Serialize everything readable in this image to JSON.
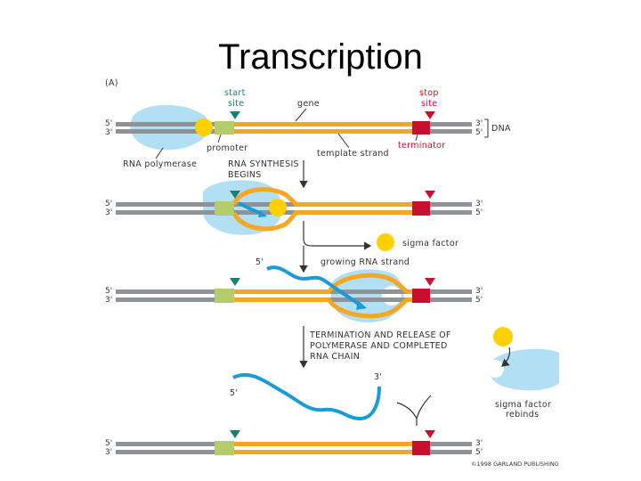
{
  "title": "Transcription",
  "panel_label": "(A)",
  "labels": {
    "start_site_1": "start",
    "start_site_2": "site",
    "gene": "gene",
    "stop_site_1": "stop",
    "stop_site_2": "site",
    "dna": "DNA",
    "promoter": "promoter",
    "template_strand": "template strand",
    "terminator": "terminator",
    "rna_polymerase": "RNA polymerase",
    "rna_synthesis_1": "RNA SYNTHESIS",
    "rna_synthesis_2": "BEGINS",
    "sigma_factor": "sigma factor",
    "growing_rna": "growing RNA strand",
    "five_prime_a": "5'",
    "termination_1": "TERMINATION AND RELEASE OF",
    "termination_2": "POLYMERASE AND COMPLETED",
    "termination_3": "RNA CHAIN",
    "three_prime_end": "3'",
    "five_prime_end": "5'",
    "sigma_rebinds_1": "sigma factor",
    "sigma_rebinds_2": "rebinds",
    "copyright": "©1998 GARLAND PUBLISHING"
  },
  "strand_ends": {
    "left_top": "5'",
    "left_bottom": "3'",
    "right_top": "3'",
    "right_bottom": "5'"
  },
  "colors": {
    "dna_gray": "#8f9296",
    "gene_orange": "#f5a623",
    "promoter_green": "#b5cc6a",
    "terminator_red": "#c8102e",
    "marker_teal": "#1a7f74",
    "polymerase_blue": "#b3dff5",
    "rna_blue": "#1a9bd6",
    "sigma_yellow": "#ffd000"
  }
}
